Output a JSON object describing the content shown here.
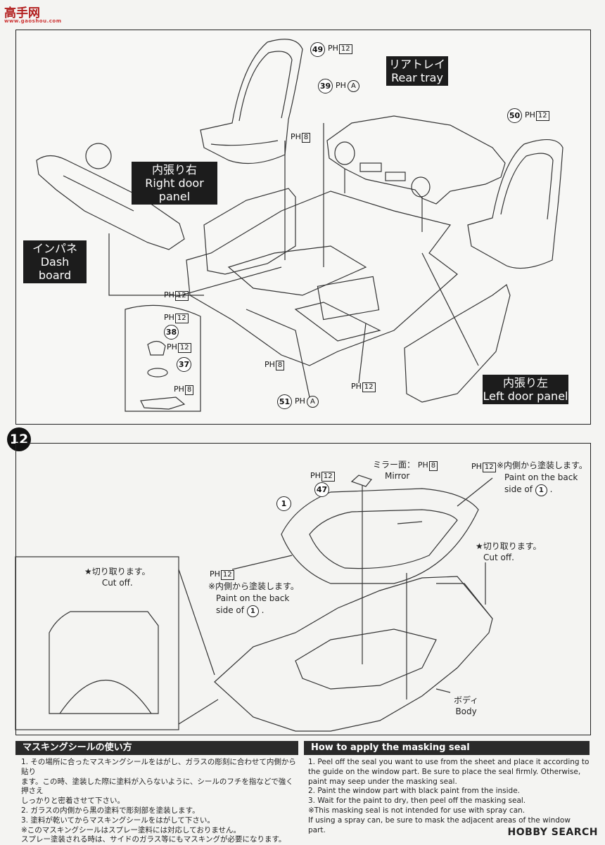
{
  "watermark": {
    "top_left": "高手网",
    "top_left_sub": "www.gaoshou.com",
    "bottom_right": "HOBBY SEARCH"
  },
  "step_number": "12",
  "top_section": {
    "labels": {
      "rear_tray_ja": "リアトレイ",
      "rear_tray_en": "Rear tray",
      "right_door_ja": "内張り右",
      "right_door_en": "Right door panel",
      "dash_ja": "インパネ",
      "dash_en": "Dash board",
      "left_door_ja": "内張り左",
      "left_door_en": "Left door panel"
    },
    "parts": {
      "p49": "49",
      "p49_ph": "PH",
      "p49_code": "12",
      "p39": "39",
      "p39_ph": "PH",
      "p39_code": "A",
      "p39b_ph": "PH",
      "p39b_code": "8",
      "p50": "50",
      "p50_ph": "PH",
      "p50_code": "12",
      "dash_ph": "PH",
      "dash_code": "12",
      "shift_ph": "PH",
      "shift_code": "12",
      "p38": "38",
      "p38b_ph": "PH",
      "p38b_code": "12",
      "p37": "37",
      "p37b_ph": "PH",
      "p37b_code": "8",
      "floor_ph": "PH",
      "floor_code": "8",
      "floor2_ph": "PH",
      "floor2_code": "12",
      "p51": "51",
      "p51_ph": "PH",
      "p51_code": "A"
    }
  },
  "bottom_section": {
    "mirror_ja": "ミラー面：",
    "mirror_en": "Mirror",
    "mirror_ph": "PH",
    "mirror_code": "8",
    "p47": "47",
    "p47_ph": "PH",
    "p47_code": "12",
    "p1": "1",
    "paint_ph": "PH",
    "paint_code": "12",
    "paint_back_ja": "※内側から塗装します。",
    "paint_back_en1": "Paint on the back",
    "paint_back_en2": "side of",
    "paint_back_num": "1",
    "left_ph": "PH",
    "left_code": "12",
    "left_note_ja": "※内側から塗装します。",
    "left_note_en1": "Paint on the back",
    "left_note_en2": "side of",
    "left_note_num": "1",
    "cutoff_ja": "★切り取ります。",
    "cutoff_en": "Cut off.",
    "cutoff2_ja": "★切り取ります。",
    "cutoff2_en": "Cut off.",
    "body_ja": "ボディ",
    "body_en": "Body"
  },
  "instructions": {
    "ja_title": "マスキングシールの使い方",
    "en_title": "How to apply the masking seal",
    "ja_lines": [
      "1. その場所に合ったマスキングシールをはがし、ガラスの彫刻に合わせて内側から貼り",
      "   ます。この時、塗装した際に塗料が入らないように、シールのフチを指などで強く押さえ",
      "   しっかりと密着させて下さい。",
      "2. ガラスの内側から黒の塗料で彫刻部を塗装します。",
      "3. 塗料が乾いてからマスキングシールをはがして下さい。",
      "※このマスキングシールはスプレー塗料には対応しておりません。",
      "   スプレー塗装される時は、サイドのガラス等にもマスキングが必要になります。"
    ],
    "en_lines": [
      "1. Peel off the seal you want to use from the sheet and place it according to",
      "   the guide on the window part. Be sure to place the seal firmly. Otherwise,",
      "   paint may seep under the masking seal.",
      "2. Paint the window part with black paint from the inside.",
      "3. Wait for the paint to dry, then peel off the masking seal.",
      "※This masking seal is not intended for use with spray can.",
      "   If using a spray can, be sure to mask the adjacent areas of the window part."
    ]
  }
}
